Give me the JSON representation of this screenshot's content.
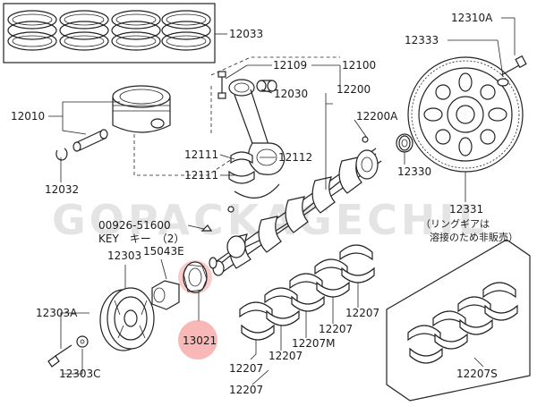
{
  "watermark": "GOPACKAGECHIL",
  "highlight_color": "#f5a0a0",
  "labels": {
    "l12033": "12033",
    "l12010": "12010",
    "l12032": "12032",
    "l12109": "12109",
    "l12100": "12100",
    "l12030": "12030",
    "l12200": "12200",
    "l12200A": "12200A",
    "l12111a": "12111",
    "l12111b": "12111",
    "l12112": "12112",
    "l12310A": "12310A",
    "l12333": "12333",
    "l12330": "12330",
    "l12331": "12331",
    "l12331note1": "（リングギアは",
    "l12331note2": "溶接のため非販売）",
    "l00926": "00926-51600",
    "lkey": "KEY　キー　（2）",
    "l15043E": "15043E",
    "l12303": "12303",
    "l12303A": "12303A",
    "l12303C": "12303C",
    "l13021": "13021",
    "l12207a": "12207",
    "l12207b": "12207",
    "l12207c": "12207",
    "l12207d": "12207",
    "l12207e": "12207",
    "l12207M": "12207M",
    "l12207S": "12207S"
  }
}
